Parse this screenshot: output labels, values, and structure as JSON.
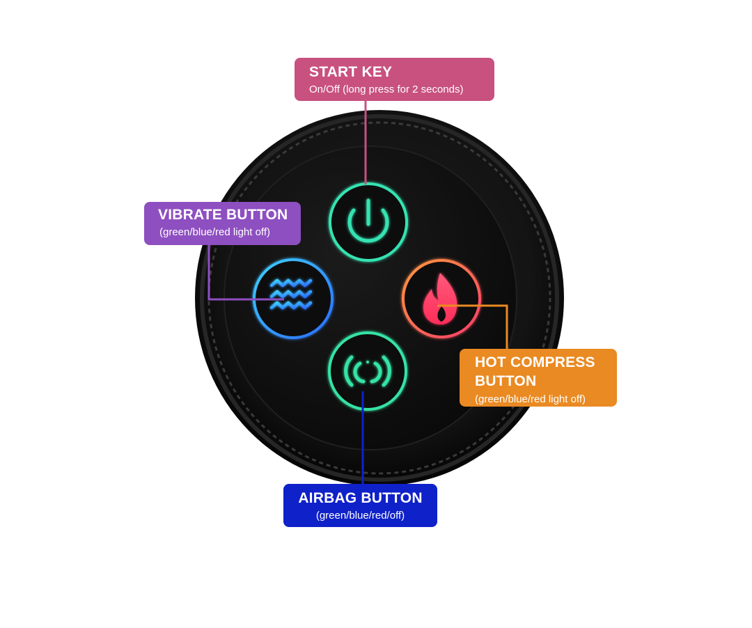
{
  "callouts": {
    "start_key": {
      "title": "START KEY",
      "subtitle": "On/Off (long press for 2 seconds)",
      "color": "#c8517f"
    },
    "vibrate": {
      "title": "VIBRATE BUTTON",
      "subtitle": "(green/blue/red light off)",
      "color": "#8e4fc1"
    },
    "hot_compress": {
      "title_line1": "HOT COMPRESS",
      "title_line2": "BUTTON",
      "subtitle": "(green/blue/red light off)",
      "color": "#ea8a22"
    },
    "airbag": {
      "title": "AIRBAG BUTTON",
      "subtitle": "(green/blue/red/off)",
      "color": "#0f21c9"
    }
  },
  "controller": {
    "buttons": [
      {
        "id": "start-key",
        "icon": "power-icon",
        "ring_color": "#33e6b0"
      },
      {
        "id": "vibrate",
        "icon": "waves-icon",
        "ring_color": "#35a8ff"
      },
      {
        "id": "hot-compress",
        "icon": "flame-icon",
        "ring_color": "#ff6b4a"
      },
      {
        "id": "airbag",
        "icon": "airbag-icon",
        "ring_color": "#33e6a2"
      }
    ]
  }
}
